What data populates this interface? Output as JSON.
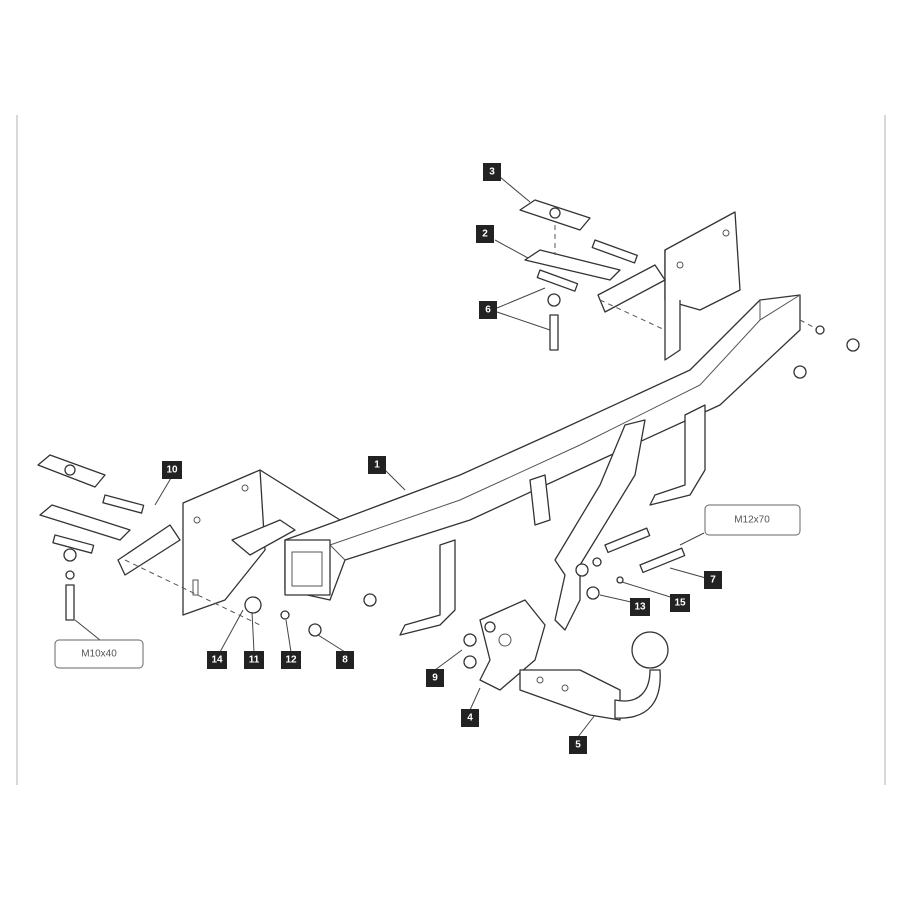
{
  "diagram": {
    "part_labels": [
      "1",
      "2",
      "3",
      "4",
      "5",
      "6",
      "7",
      "8",
      "9",
      "10",
      "11",
      "12",
      "13",
      "14",
      "15"
    ],
    "specs": {
      "m12": "M12x70",
      "m10": "M10x40"
    },
    "colors": {
      "label_bg": "#222222",
      "label_text": "#ffffff",
      "line": "#333333"
    }
  }
}
